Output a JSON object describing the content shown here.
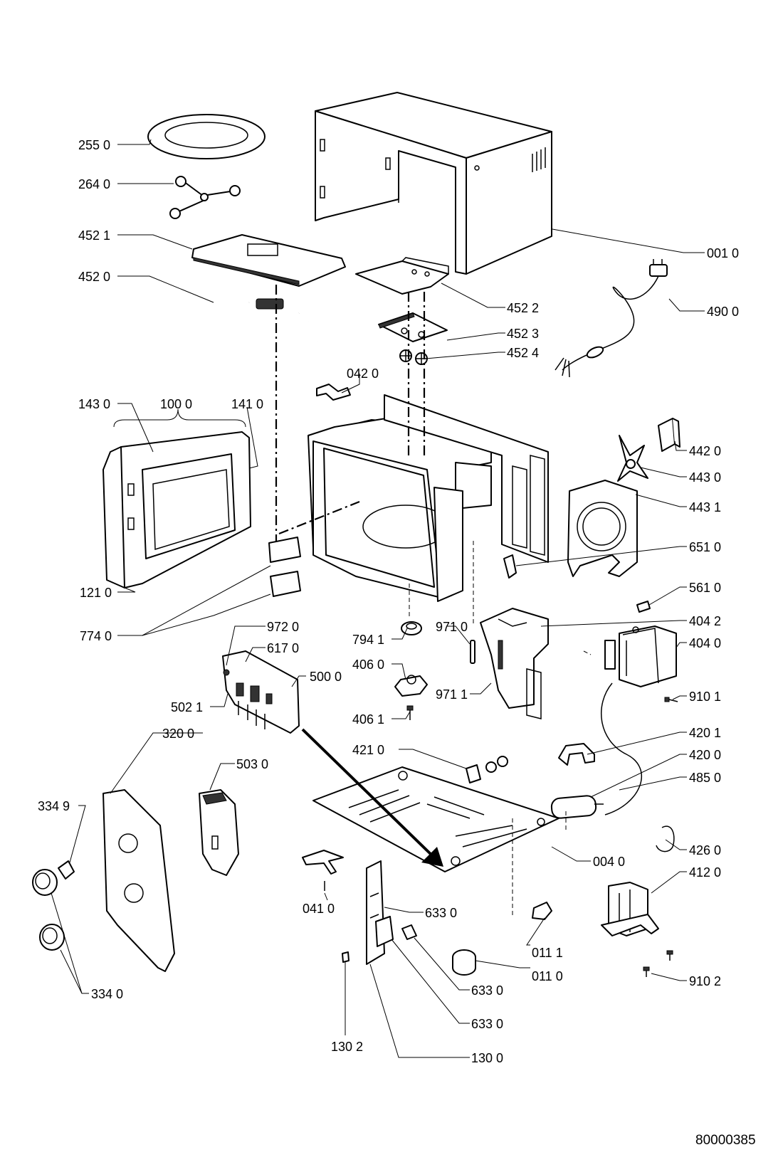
{
  "document_number": "80000385",
  "callouts": [
    {
      "id": "c-2550",
      "text": "255 0"
    },
    {
      "id": "c-2640",
      "text": "264 0"
    },
    {
      "id": "c-4521",
      "text": "452 1"
    },
    {
      "id": "c-4520",
      "text": "452 0"
    },
    {
      "id": "c-0010",
      "text": "001 0"
    },
    {
      "id": "c-4900",
      "text": "490 0"
    },
    {
      "id": "c-4522",
      "text": "452 2"
    },
    {
      "id": "c-4523",
      "text": "452 3"
    },
    {
      "id": "c-4524",
      "text": "452 4"
    },
    {
      "id": "c-0420",
      "text": "042 0"
    },
    {
      "id": "c-1430",
      "text": "143 0"
    },
    {
      "id": "c-1000",
      "text": "100 0"
    },
    {
      "id": "c-1410",
      "text": "141 0"
    },
    {
      "id": "c-4420",
      "text": "442 0"
    },
    {
      "id": "c-4430",
      "text": "443 0"
    },
    {
      "id": "c-4431",
      "text": "443 1"
    },
    {
      "id": "c-6510",
      "text": "651 0"
    },
    {
      "id": "c-1210",
      "text": "121 0"
    },
    {
      "id": "c-5610",
      "text": "561 0"
    },
    {
      "id": "c-4042",
      "text": "404 2"
    },
    {
      "id": "c-7740",
      "text": "774 0"
    },
    {
      "id": "c-9720",
      "text": "972 0"
    },
    {
      "id": "c-9710",
      "text": "971 0"
    },
    {
      "id": "c-7941",
      "text": "794 1"
    },
    {
      "id": "c-4040",
      "text": "404 0"
    },
    {
      "id": "c-6170",
      "text": "617 0"
    },
    {
      "id": "c-4060",
      "text": "406 0"
    },
    {
      "id": "c-5000",
      "text": "500 0"
    },
    {
      "id": "c-9101",
      "text": "910 1"
    },
    {
      "id": "c-9711",
      "text": "971 1"
    },
    {
      "id": "c-5021",
      "text": "502 1"
    },
    {
      "id": "c-4061",
      "text": "406 1"
    },
    {
      "id": "c-4201",
      "text": "420 1"
    },
    {
      "id": "c-3200",
      "text": "320 0"
    },
    {
      "id": "c-4210",
      "text": "421 0"
    },
    {
      "id": "c-4200",
      "text": "420 0"
    },
    {
      "id": "c-5030",
      "text": "503 0"
    },
    {
      "id": "c-4850",
      "text": "485 0"
    },
    {
      "id": "c-3349",
      "text": "334 9"
    },
    {
      "id": "c-4260",
      "text": "426 0"
    },
    {
      "id": "c-0040",
      "text": "004 0"
    },
    {
      "id": "c-4120",
      "text": "412 0"
    },
    {
      "id": "c-0410",
      "text": "041 0"
    },
    {
      "id": "c-6330a",
      "text": "633 0"
    },
    {
      "id": "c-0111",
      "text": "011 1"
    },
    {
      "id": "c-0110",
      "text": "011 0"
    },
    {
      "id": "c-9102",
      "text": "910 2"
    },
    {
      "id": "c-6330b",
      "text": "633 0"
    },
    {
      "id": "c-3340",
      "text": "334 0"
    },
    {
      "id": "c-6330c",
      "text": "633 0"
    },
    {
      "id": "c-1302",
      "text": "130 2"
    },
    {
      "id": "c-1300",
      "text": "130 0"
    }
  ]
}
